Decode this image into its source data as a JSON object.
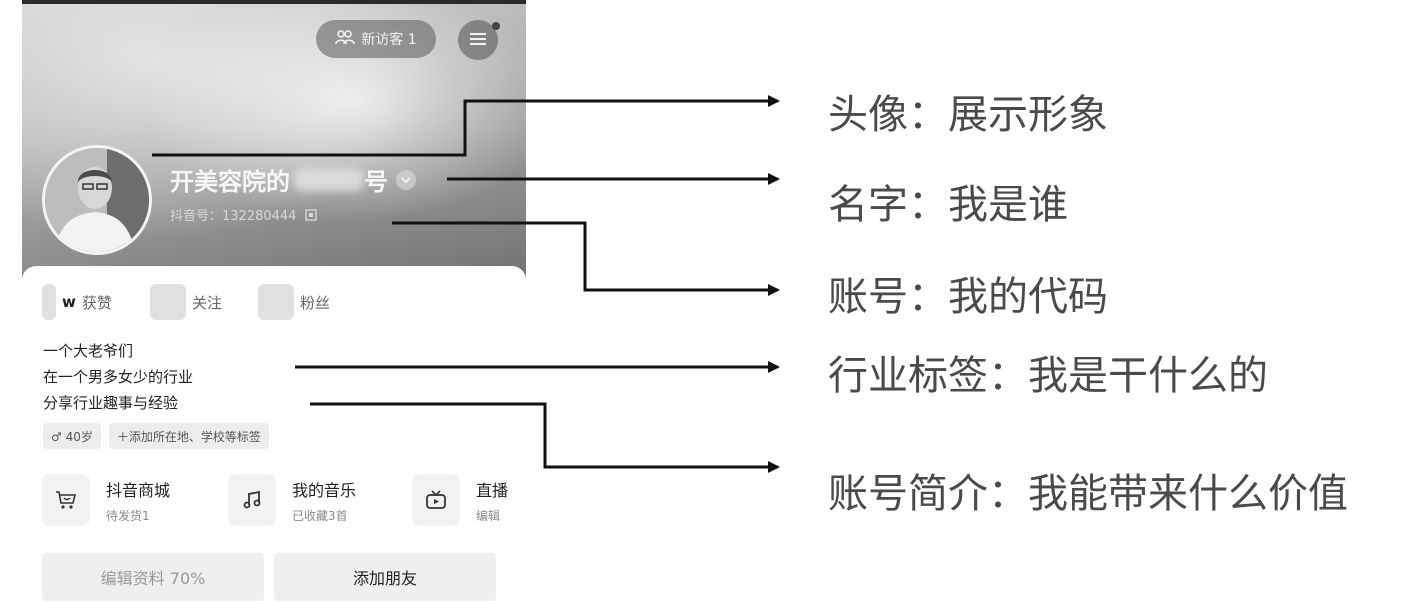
{
  "header": {
    "visitor_label": "新访客 1"
  },
  "profile": {
    "name": "开美容院的",
    "name_tail": "号",
    "account_id": "抖音号：132280444"
  },
  "stats": [
    {
      "num": "w",
      "label": "获赞"
    },
    {
      "num": "",
      "label": "关注"
    },
    {
      "num": "",
      "label": "粉丝"
    }
  ],
  "bio": {
    "lines": [
      "一个大老爷们",
      "在一个男多女少的行业",
      "分享行业趣事与经验"
    ]
  },
  "tags": [
    "♂ 40岁",
    "＋添加所在地、学校等标签"
  ],
  "services": [
    {
      "title": "抖音商城",
      "sub": "待发货1",
      "icon": "cart-icon"
    },
    {
      "title": "我的音乐",
      "sub": "已收藏3首",
      "icon": "music-note-icon"
    },
    {
      "title": "直播",
      "sub": "编辑",
      "icon": "tv-icon"
    }
  ],
  "actions": {
    "edit_label": "编辑资料 70%",
    "add_label": "添加朋友"
  },
  "annotations": [
    "头像：展示形象",
    "名字：我是谁",
    "账号：我的代码",
    "行业标签：我是干什么的",
    "账号简介：我能带来什么价值"
  ],
  "colors": {
    "annotation_text": "#4a4a4a",
    "line": "#111111",
    "card_bg": "#ffffff"
  }
}
